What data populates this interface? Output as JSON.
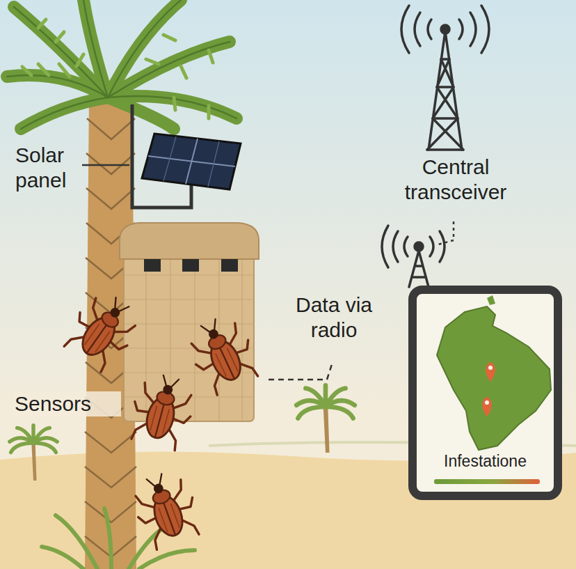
{
  "diagram": {
    "nodes": [
      {
        "text": [
          "Infestatione"
        ]
      }
    ],
    "labels": [
      "Solar panel",
      "Central transceiver",
      "Data via radio",
      "Sensors"
    ]
  }
}
